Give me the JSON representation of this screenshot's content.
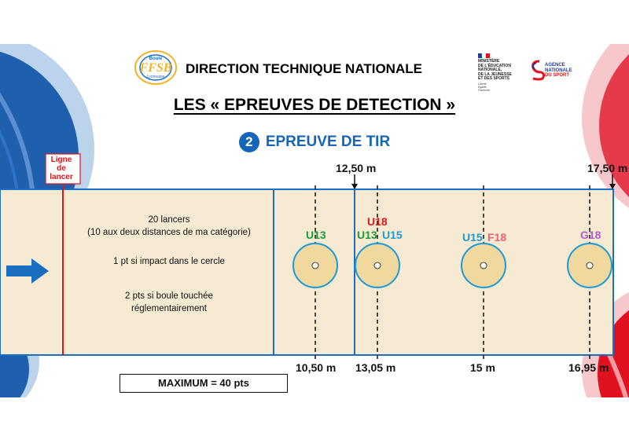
{
  "header": {
    "title": "DIRECTION TECHNIQUE NATIONALE"
  },
  "logos": {
    "ffsb": {
      "text": "FFSB",
      "small_top": "Boule",
      "small_bottom": "Lyonnaise"
    },
    "ministere": {
      "lines": [
        "MINISTÈRE",
        "DE L'ÉDUCATION",
        "NATIONALE,",
        "DE LA JEUNESSE",
        "ET DES SPORTS"
      ],
      "motto": [
        "Liberté",
        "Égalité",
        "Fraternité"
      ]
    },
    "ans": {
      "lines": [
        "AGENCE",
        "NATIONALE",
        "DU SPORT"
      ]
    }
  },
  "page_title": "LES « EPREUVES DE DETECTION »",
  "section": {
    "number": "2",
    "title": "EPREUVE DE TIR"
  },
  "ligne_label": [
    "Ligne",
    "de",
    "lancer"
  ],
  "instructions": {
    "line1": "20 lancers",
    "line2": "(10 aux deux distances de ma catégorie)",
    "line3": "1 pt si impact dans le cercle",
    "line4": "2 pts si boule touchée",
    "line5": "réglementairement"
  },
  "distances_top": [
    {
      "label": "12,50 m"
    },
    {
      "label": "17,50 m"
    }
  ],
  "distances_bottom": [
    {
      "label": "10,50 m"
    },
    {
      "label": "13,05 m"
    },
    {
      "label": "15 m"
    },
    {
      "label": "16,95 m"
    }
  ],
  "categories": {
    "u13_a": "U13",
    "u18": "U18",
    "u13_b": "U13",
    "u15_a": "U15",
    "u15_b": "U15",
    "f18": "F18",
    "g18": "G18"
  },
  "colors": {
    "field": "#f7ead3",
    "border": "#1a6fc2",
    "ligne": "#e0151b",
    "target_fill": "#f0d89e",
    "u13": "#1a9a3a",
    "u15": "#1a9bd7",
    "u18": "#e0151b",
    "f18": "#f0617a",
    "g18": "#b05cc6"
  },
  "maximum": "MAXIMUM = 40 pts"
}
